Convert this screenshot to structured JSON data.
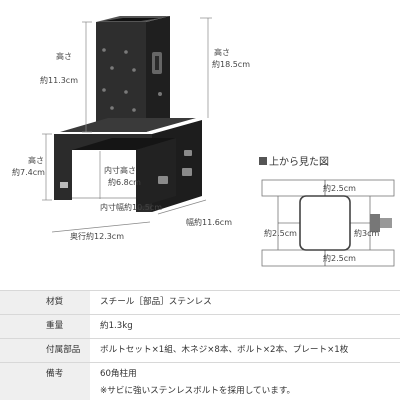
{
  "product": {
    "height_top_label": "高さ",
    "height_top_value": "約11.3cm",
    "height_total_label": "高さ",
    "height_total_value": "約18.5cm",
    "height_base_label": "高さ",
    "height_base_value": "約7.4cm",
    "inner_height_label": "内寸高さ",
    "inner_height_value": "約6.8cm",
    "inner_width": "内寸幅約10.5cm",
    "width": "幅約11.6cm",
    "depth": "奥行約12.3cm"
  },
  "top_view": {
    "title": "上から見た図",
    "top": "約2.5cm",
    "left": "約2.5cm",
    "right": "約3cm",
    "bottom": "約2.5cm"
  },
  "specs": [
    {
      "key": "材質",
      "value": "スチール［部品］ステンレス"
    },
    {
      "key": "重量",
      "value": "約1.3kg"
    },
    {
      "key": "付属部品",
      "value": "ボルトセット×1組、木ネジ×8本、ボルト×2本、プレート×1枚"
    },
    {
      "key": "備考",
      "value": "60角柱用",
      "value2": "※サビに強いステンレスボルトを採用しています。"
    }
  ],
  "colors": {
    "metal": "#2b2b2b",
    "metal_light": "#4a4a4a",
    "table_key_bg": "#efefef",
    "dim_line": "#888888"
  }
}
